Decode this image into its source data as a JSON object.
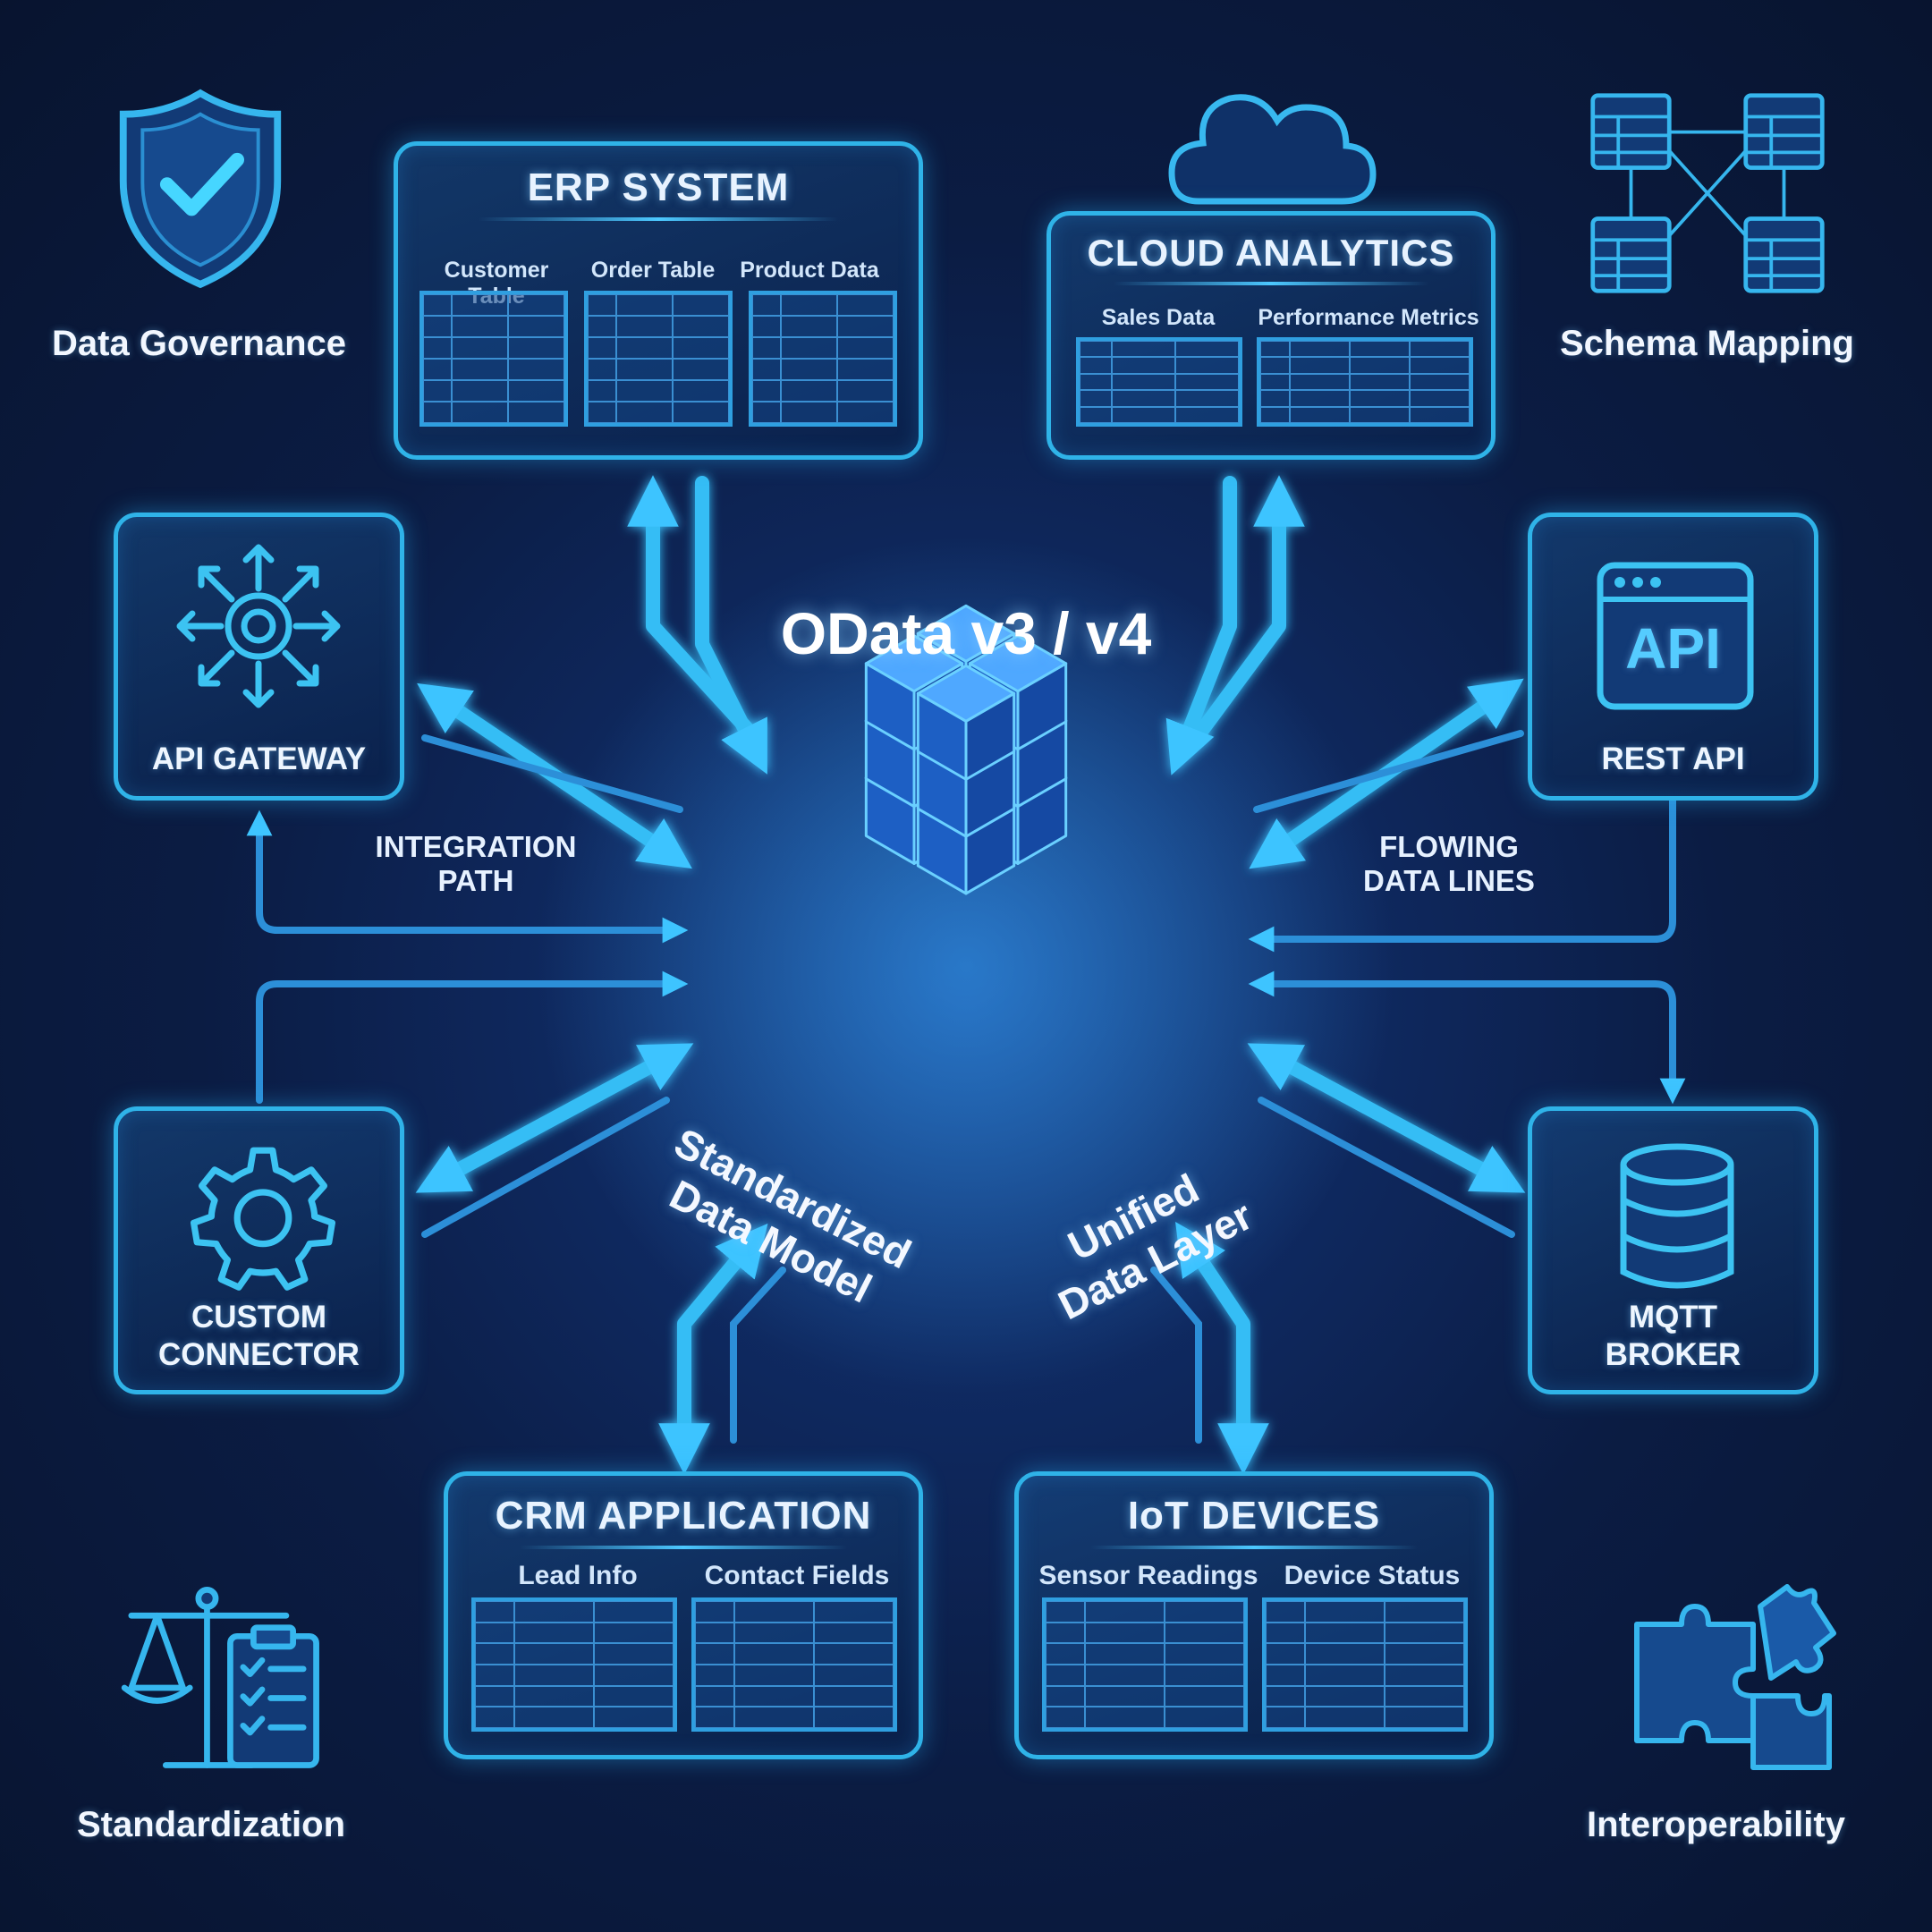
{
  "center": {
    "title": "OData v3 / v4",
    "left_label": [
      "Standardized",
      "Data Model"
    ],
    "right_label": [
      "Unified",
      "Data Layer"
    ]
  },
  "erp": {
    "title": "ERP SYSTEM",
    "columns": [
      "Customer Table",
      "Order Table",
      "Product Data"
    ]
  },
  "cloud": {
    "title": "CLOUD ANALYTICS",
    "columns": [
      "Sales Data",
      "Performance Metrics"
    ]
  },
  "crm": {
    "title": "CRM APPLICATION",
    "columns": [
      "Lead Info",
      "Contact Fields"
    ]
  },
  "iot": {
    "title": "IoT DEVICES",
    "columns": [
      "Sensor Readings",
      "Device Status"
    ]
  },
  "api_gateway": {
    "label": "API GATEWAY"
  },
  "rest_api": {
    "label": "REST API",
    "icon_text": "API"
  },
  "custom_connector": {
    "label": [
      "CUSTOM",
      "CONNECTOR"
    ]
  },
  "mqtt_broker": {
    "label": [
      "MQTT",
      "BROKER"
    ]
  },
  "corners": {
    "governance": "Data Governance",
    "schema": "Schema Mapping",
    "standardization": "Standardization",
    "interoperability": "Interoperability"
  },
  "annotations": {
    "integration_path": [
      "INTEGRATION",
      "PATH"
    ],
    "flowing_lines": [
      "FLOWING",
      "DATA LINES"
    ]
  },
  "colors": {
    "background": "#0b1a3a",
    "accent": "#2fb3e8",
    "glow": "#4cc8ff",
    "cube": "#2d7fe8"
  },
  "icons": {
    "governance": "shield-check-icon",
    "schema": "linked-tables-icon",
    "api_gateway": "hub-arrows-icon",
    "rest_api": "browser-api-icon",
    "custom_connector": "gear-icon",
    "mqtt_broker": "database-icon",
    "standardization": "scales-checklist-icon",
    "interoperability": "puzzle-icon",
    "cloud": "cloud-icon"
  }
}
